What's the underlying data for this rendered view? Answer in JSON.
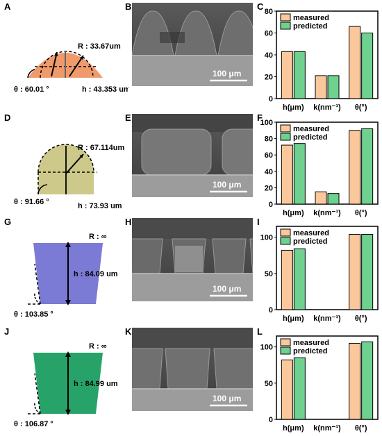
{
  "figure": {
    "panels": [
      {
        "schematic_label": "A",
        "sem_label": "B",
        "chart_label": "C",
        "shape": "dome",
        "fill_color": "#f09a6c",
        "radius_text": "R : 33.67um",
        "theta_text": "θ : 60.01 °",
        "height_text": "h : 43.353 um",
        "scale_bar": "100 μm",
        "sem_shape": "dome"
      },
      {
        "schematic_label": "D",
        "sem_label": "E",
        "chart_label": "F",
        "shape": "semicircle-rect",
        "fill_color": "#cdc98a",
        "radius_text": "R : 67.114um",
        "theta_text": "θ : 91.66 °",
        "height_text": "h : 73.93 um",
        "scale_bar": "100 μm",
        "sem_shape": "rounded"
      },
      {
        "schematic_label": "G",
        "sem_label": "H",
        "chart_label": "I",
        "shape": "trapezoid",
        "fill_color": "#7b7bd6",
        "radius_text": "R : ∞",
        "theta_text": "θ : 103.85 °",
        "height_text": "h : 84.09 um",
        "scale_bar": "100 μm",
        "sem_shape": "flat"
      },
      {
        "schematic_label": "J",
        "sem_label": "K",
        "chart_label": "L",
        "shape": "trapezoid",
        "fill_color": "#27a36a",
        "radius_text": "R : ∞",
        "theta_text": "θ : 106.87 °",
        "height_text": "h : 84.99 um",
        "scale_bar": "100 μm",
        "sem_shape": "flat-round"
      }
    ]
  },
  "colors": {
    "measured": "#fac89a",
    "predicted": "#6fd18f"
  },
  "chart_data": [
    {
      "type": "bar",
      "categories": [
        "h(μm)",
        "k(nm⁻¹)",
        "θ(°)"
      ],
      "series": [
        {
          "name": "measured",
          "values": [
            43,
            21,
            66
          ]
        },
        {
          "name": "predicted",
          "values": [
            43,
            21,
            60
          ]
        }
      ],
      "ylim": [
        0,
        80
      ],
      "yticks": [
        0,
        20,
        40,
        60,
        80
      ],
      "legend": "top-left"
    },
    {
      "type": "bar",
      "categories": [
        "h(μm)",
        "k(nm⁻¹)",
        "θ(°)"
      ],
      "series": [
        {
          "name": "measured",
          "values": [
            72,
            15,
            90
          ]
        },
        {
          "name": "predicted",
          "values": [
            74,
            13,
            92
          ]
        }
      ],
      "ylim": [
        0,
        100
      ],
      "yticks": [
        0,
        20,
        40,
        60,
        80,
        100
      ],
      "legend": "top-left"
    },
    {
      "type": "bar",
      "categories": [
        "h(μm)",
        "k(nm⁻¹)",
        "θ(°)"
      ],
      "series": [
        {
          "name": "measured",
          "values": [
            82,
            null,
            104
          ]
        },
        {
          "name": "predicted",
          "values": [
            84,
            null,
            104
          ]
        }
      ],
      "ylim": [
        0,
        115
      ],
      "yticks": [
        0,
        50,
        100
      ],
      "legend": "top-left"
    },
    {
      "type": "bar",
      "categories": [
        "h(μm)",
        "k(nm⁻¹)",
        "θ(°)"
      ],
      "series": [
        {
          "name": "measured",
          "values": [
            82,
            null,
            105
          ]
        },
        {
          "name": "predicted",
          "values": [
            85,
            null,
            107
          ]
        }
      ],
      "ylim": [
        0,
        115
      ],
      "yticks": [
        0,
        50,
        100
      ],
      "legend": "top-left"
    }
  ]
}
